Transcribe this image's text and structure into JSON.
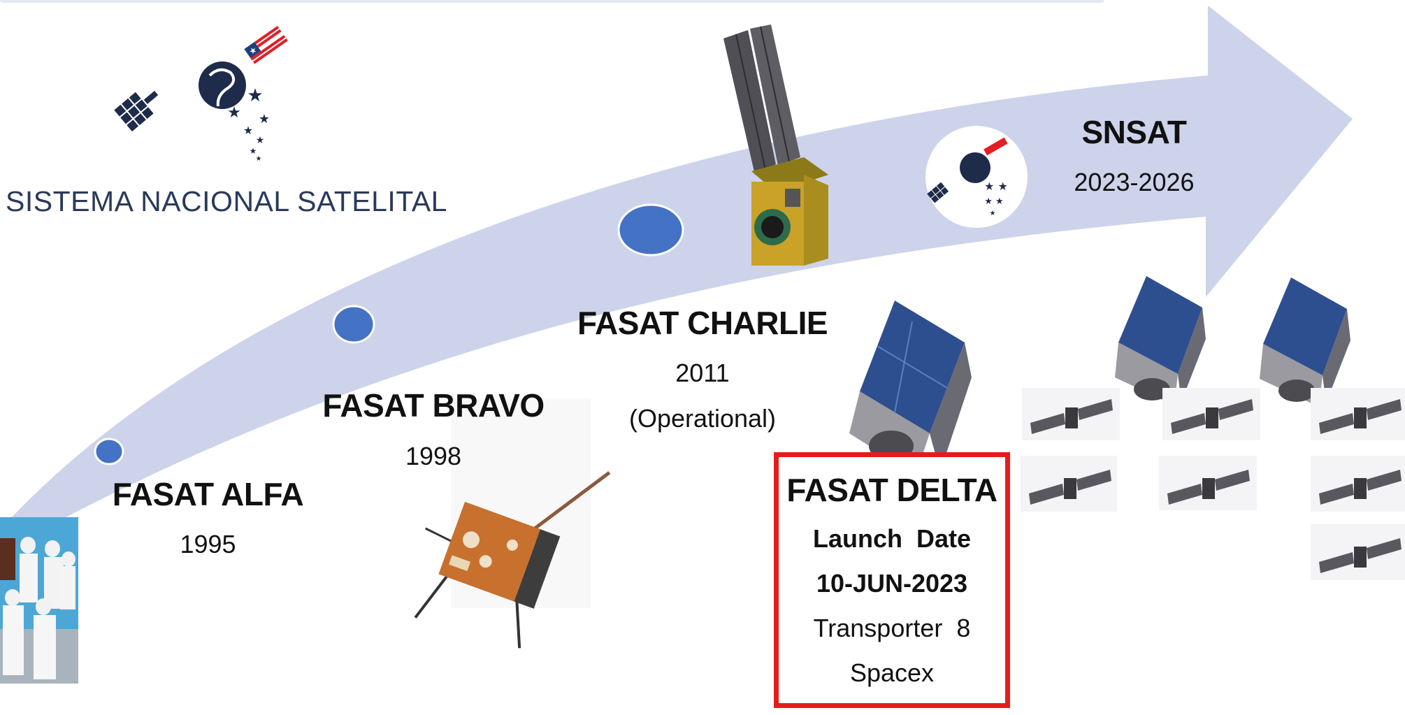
{
  "logo": {
    "name": "SISTEMA NACIONAL SATELITAL",
    "stripe_colors": [
      "#1e2b4a",
      "#1f3f7a",
      "#2d8fb3",
      "#9ed6d8",
      "#f0c23c",
      "#a9a9a9",
      "#d9d9d9"
    ]
  },
  "colors": {
    "arrow": "#cdd3ea",
    "milestone": "#4472c4",
    "delta_border": "#e51c1c"
  },
  "missions": [
    {
      "id": "alfa",
      "name": "FASAT ALFA",
      "year": "1995"
    },
    {
      "id": "bravo",
      "name": "FASAT BRAVO",
      "year": "1998"
    },
    {
      "id": "charlie",
      "name": "FASAT CHARLIE",
      "year": "2011",
      "status": "(Operational)"
    },
    {
      "id": "snsat",
      "name": "SNSAT",
      "year": "2023-2026"
    }
  ],
  "delta": {
    "name": "FASAT DELTA",
    "launch_label": "Launch  Date",
    "launch_date": "10-JUN-2023",
    "vehicle": "Transporter  8",
    "provider": "Spacex"
  }
}
